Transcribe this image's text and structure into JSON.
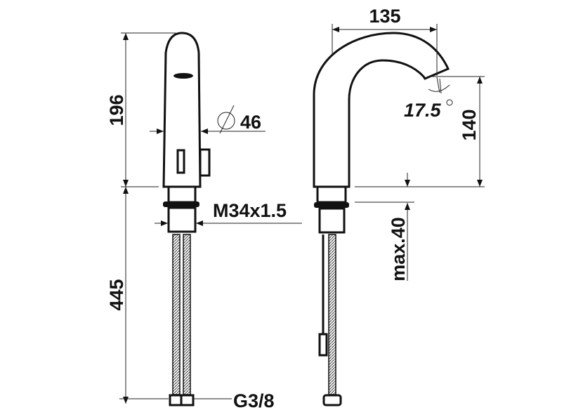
{
  "dimensions": {
    "height_above_deck": "196",
    "diameter_symbol": "Ø",
    "diameter": "46",
    "thread": "M34x1.5",
    "hose_length": "445",
    "connection": "G3/8",
    "reach": "135",
    "spout_height": "140",
    "spout_angle": "17.5",
    "degree_symbol": "°",
    "max_deck_thickness": "max.40"
  }
}
